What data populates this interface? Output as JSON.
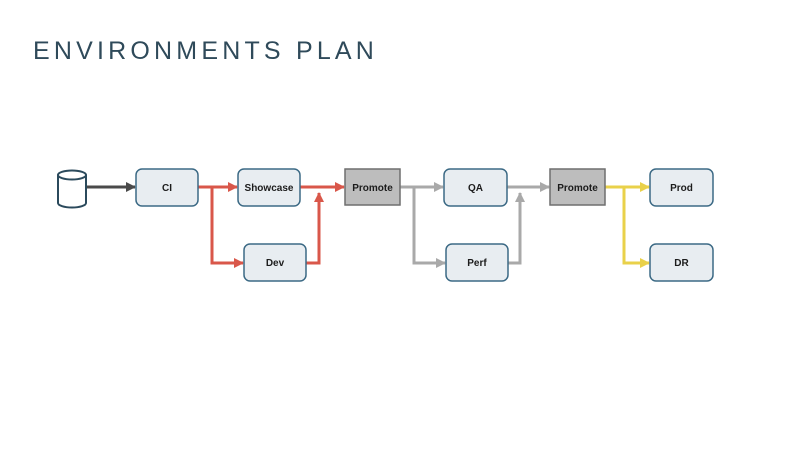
{
  "slide": {
    "title": "ENVIRONMENTS PLAN"
  },
  "colors": {
    "node_fill": "#e8edf1",
    "node_stroke": "#3c6a85",
    "promote_fill": "#bdbdbd",
    "promote_stroke": "#6f6f6f",
    "red_path": "#d9574a",
    "gray_path": "#a9a9a9",
    "yellow_path": "#e9d14a",
    "source_path": "#4a4a4a",
    "title": "#2f4a5a"
  },
  "diagram": {
    "source": {
      "icon": "database-icon"
    },
    "nodes": {
      "ci": "CI",
      "showcase": "Showcase",
      "dev": "Dev",
      "promote1": "Promote",
      "qa": "QA",
      "perf": "Perf",
      "promote2": "Promote",
      "prod": "Prod",
      "dr": "DR"
    }
  }
}
